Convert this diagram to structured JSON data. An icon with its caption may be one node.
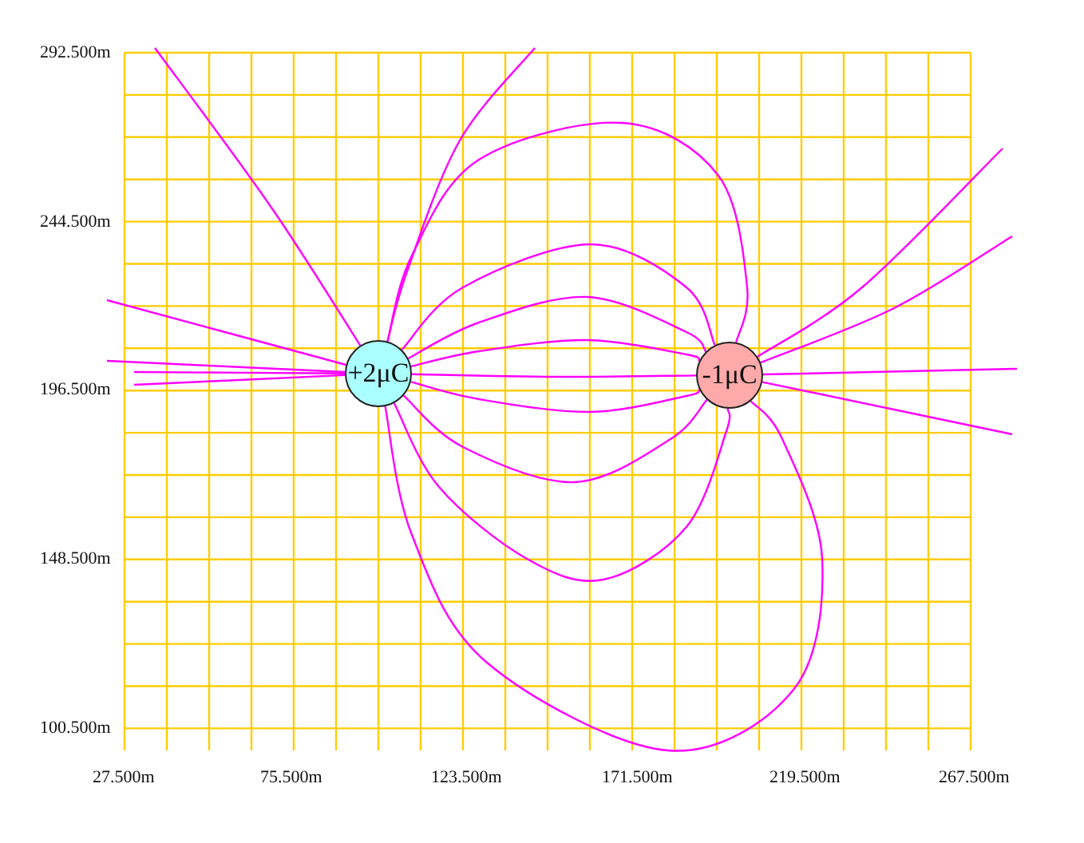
{
  "diagram": {
    "nodes": [
      {
        "text": [
          "+2μC"
        ]
      },
      {
        "text": [
          "-1μC"
        ]
      }
    ],
    "edges": [
      {
        "from": 0,
        "to": 1,
        "arrow": "none"
      },
      {
        "from": 0,
        "to": 1,
        "arrow": "none"
      },
      {
        "from": 0,
        "to": 1,
        "arrow": "none"
      },
      {
        "from": 0,
        "to": 1,
        "arrow": "none"
      },
      {
        "from": 0,
        "to": 1,
        "arrow": "none"
      },
      {
        "from": 0,
        "to": 1,
        "arrow": "none"
      },
      {
        "from": 0,
        "to": 1,
        "arrow": "none"
      },
      {
        "from": 0,
        "to": 1,
        "arrow": "none"
      },
      {
        "from": 0,
        "to": 1,
        "arrow": "none"
      },
      {
        "from": 0,
        "to": null,
        "arrow": "none"
      },
      {
        "from": 0,
        "to": null,
        "arrow": "none"
      },
      {
        "from": 0,
        "to": null,
        "arrow": "none"
      },
      {
        "from": 0,
        "to": null,
        "arrow": "none"
      },
      {
        "from": 0,
        "to": null,
        "arrow": "none"
      },
      {
        "from": 0,
        "to": null,
        "arrow": "none"
      },
      {
        "from": 1,
        "to": null,
        "arrow": "none"
      },
      {
        "from": 1,
        "to": null,
        "arrow": "none"
      },
      {
        "from": 1,
        "to": null,
        "arrow": "none"
      },
      {
        "from": 1,
        "to": null,
        "arrow": "none"
      }
    ],
    "labels": [
      "292.500m",
      "244.500m",
      "196.500m",
      "148.500m",
      "100.500m",
      "27.500m",
      "75.500m",
      "123.500m",
      "171.500m",
      "219.500m",
      "267.500m"
    ]
  }
}
